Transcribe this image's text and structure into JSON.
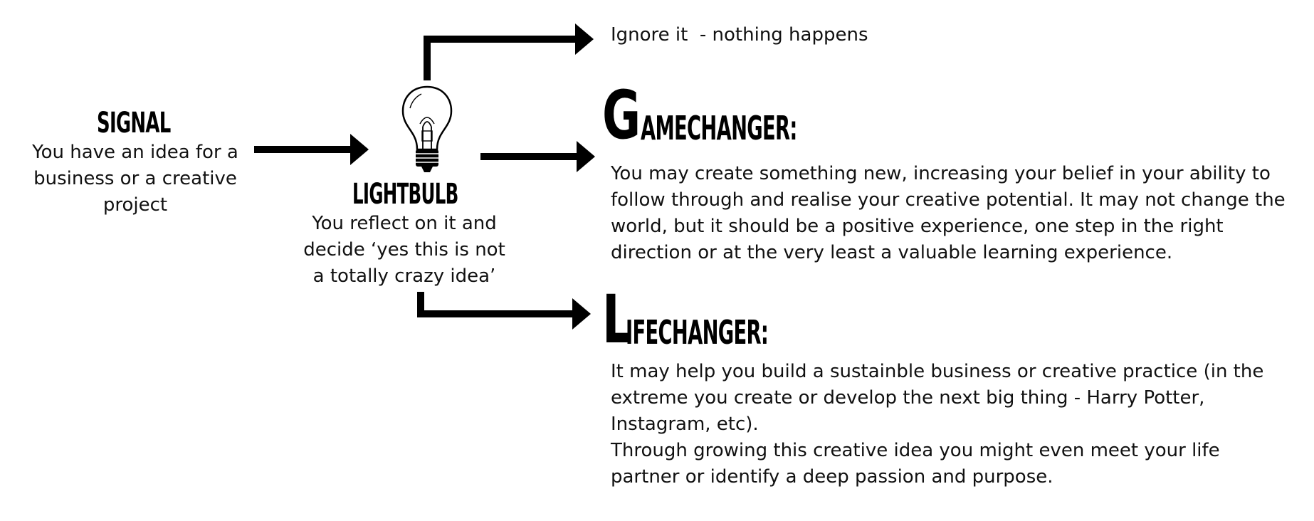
{
  "signal": {
    "title": "SIGNAL",
    "text": "You have an idea for a business or a creative project"
  },
  "lightbulb": {
    "title": "LIGHTBULB",
    "text": "You reflect on it and decide ‘yes this is not a totally crazy idea’"
  },
  "ignore": {
    "text": "Ignore it  - nothing happens"
  },
  "gamechanger": {
    "initial": "G",
    "rest": "AMECHANGER:",
    "text": "You may create something new, increasing your belief in your ability to follow through and realise your creative potential. It may not change the world, but it should be a positive experience, one step in the right direction or at the very least a valuable learning experience."
  },
  "lifechanger": {
    "initial": "L",
    "rest": "IFECHANGER:",
    "text_1": "It may help you build a sustainble business or creative practice (in the extreme you create or develop the next big thing - Harry Potter, Instagram, etc).",
    "text_2": "Through growing this creative idea you might even meet your life partner or identify a deep passion and purpose."
  }
}
